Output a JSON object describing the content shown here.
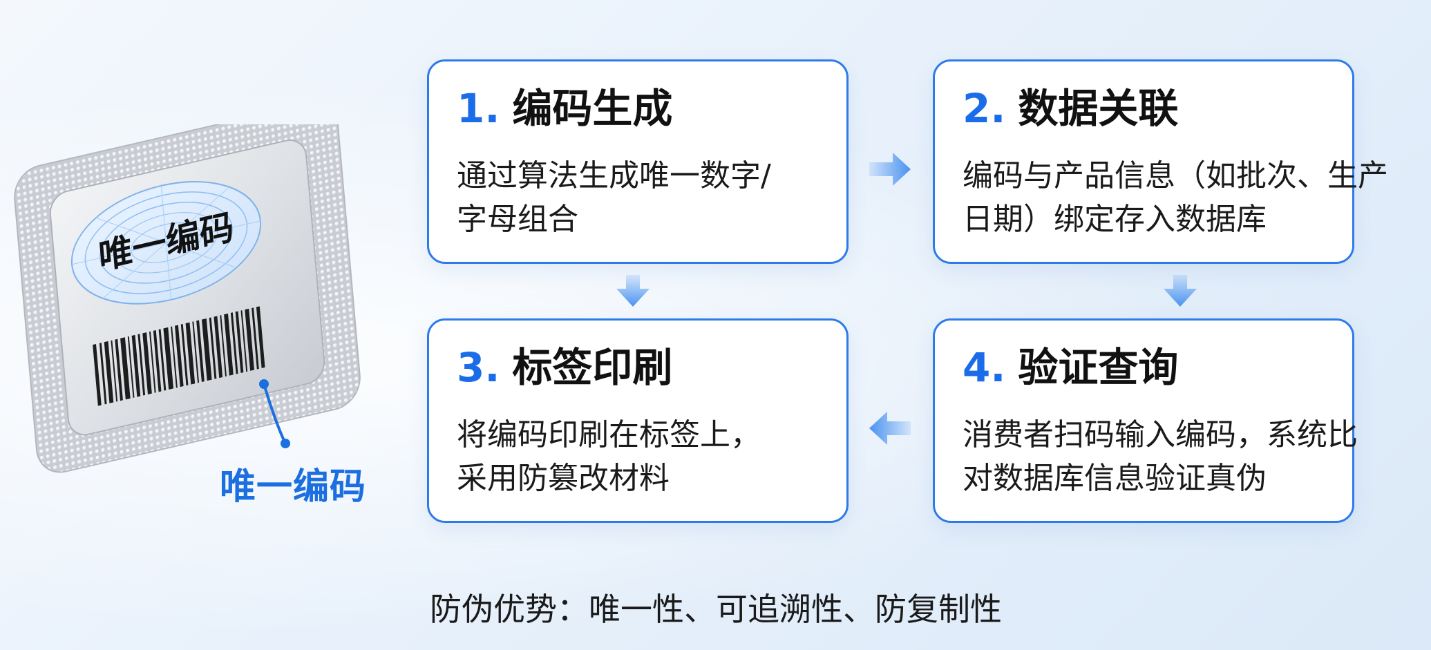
{
  "illustration": {
    "label_text": "唯一编码",
    "callout_text": "唯一编码"
  },
  "steps": [
    {
      "number": "1.",
      "title": "编码生成",
      "desc_lines": [
        "通过算法生成唯一数字/",
        "字母组合"
      ]
    },
    {
      "number": "2.",
      "title": "数据关联",
      "desc_lines": [
        "编码与产品信息（如批次、生产",
        "日期）绑定存入数据库"
      ]
    },
    {
      "number": "3.",
      "title": "标签印刷",
      "desc_lines": [
        "将编码印刷在标签上，",
        "采用防篡改材料"
      ]
    },
    {
      "number": "4.",
      "title": "验证查询",
      "desc_lines": [
        "消费者扫码输入编码，系统比",
        "对数据库信息验证真伪"
      ]
    }
  ],
  "footer": {
    "advantages": "防伪优势：唯一性、可追溯性、防复制性"
  },
  "colors": {
    "accent": "#1a6ce8",
    "border": "#2d7be8",
    "arrow": "#4a93f0"
  }
}
